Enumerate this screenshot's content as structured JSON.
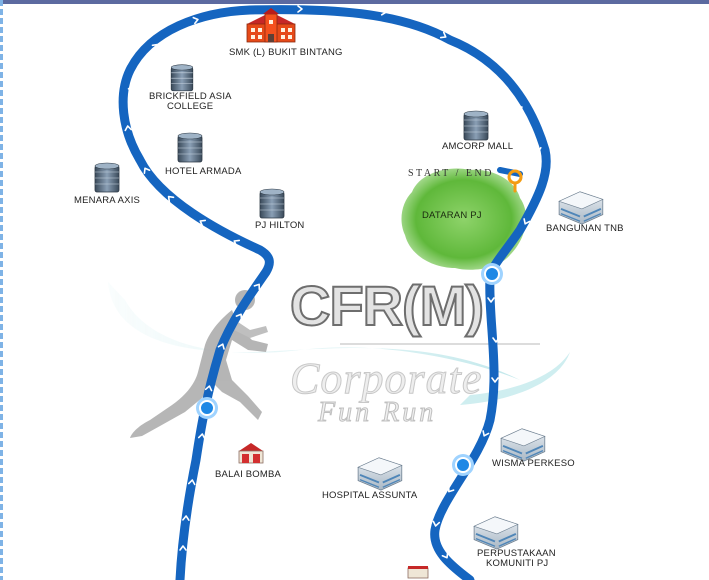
{
  "logo": {
    "title": "CFR(M)",
    "script_line1": "Corporate",
    "script_line2": "Fun Run"
  },
  "start": {
    "label": "START / END"
  },
  "park": {
    "label": "DATARAN PJ"
  },
  "landmarks": {
    "smk": "SMK (L) BUKIT BINTANG",
    "brickfield_line1": "BRICKFIELD ASIA",
    "brickfield_line2": "COLLEGE",
    "hotel_armada": "HOTEL ARMADA",
    "menara_axis": "MENARA AXIS",
    "pj_hilton": "PJ HILTON",
    "amcorp_mall": "AMCORP MALL",
    "bangunan_tnb": "BANGUNAN TNB",
    "wisma_perkeso": "WISMA PERKESO",
    "hospital_assunta": "HOSPITAL ASSUNTA",
    "balai_bomba": "BALAI BOMBA",
    "perpustakaan_line1": "PERPUSTAKAAN",
    "perpustakaan_line2": "KOMUNITI PJ"
  },
  "icons": {
    "school": "school-building-icon",
    "office": "office-tower-icon",
    "office_flat": "office-block-icon",
    "fire_station": "fire-station-icon",
    "start_pin": "location-pin-icon",
    "runner": "runner-silhouette-icon",
    "checkpoint": "water-station-icon"
  },
  "colors": {
    "route": "#1565c0",
    "route_highlight": "#ffffff",
    "checkpoint": "#1e88e5",
    "checkpoint_ring": "#9fd3ff",
    "park": "#6cc04a",
    "pin": "#f39c12",
    "school_roof": "#d32f2f",
    "school_wall": "#e64a19"
  }
}
